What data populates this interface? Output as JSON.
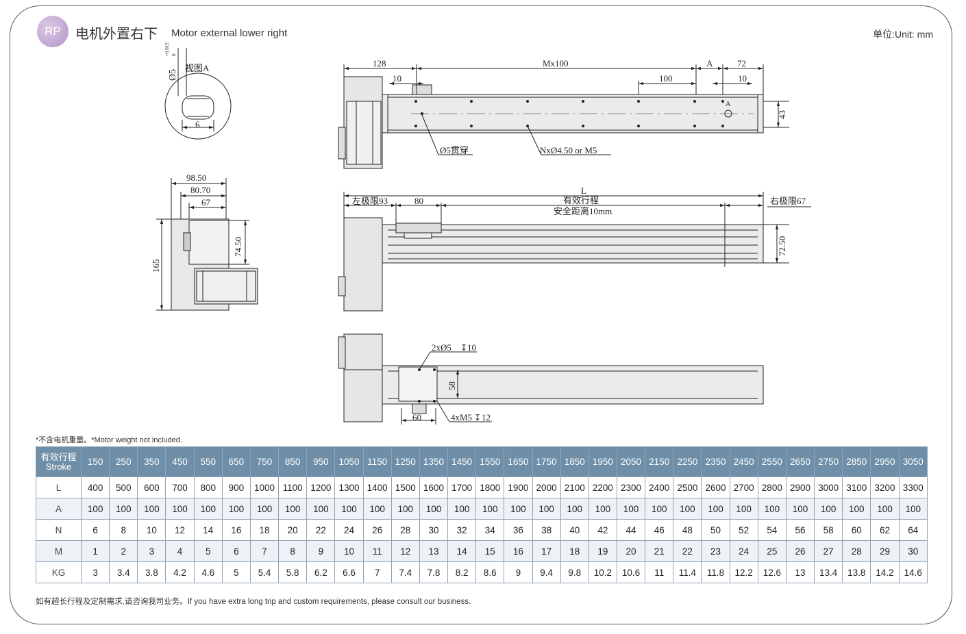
{
  "header": {
    "badge": "RP",
    "title_zh": "电机外置右下",
    "title_en": "Motor external lower right",
    "unit": "单位:Unit: mm"
  },
  "drawing_labels": {
    "view_a": "视图A",
    "phi5": "Ø5",
    "phi5_tol_top": "+0.015",
    "phi5_tol_bottom": "0",
    "slot_width": "6",
    "d98_50": "98.50",
    "d80_70": "80.70",
    "d67": "67",
    "d165": "165",
    "d74_50": "74.50",
    "d128": "128",
    "mx100": "Mx100",
    "dimA": "A",
    "d72": "72",
    "d10a": "10",
    "d100": "100",
    "d10b": "10",
    "d43": "43",
    "mark_a": "A",
    "thru_hole": "Ø5贯穿",
    "nx_holes": "NxØ4.50 or M5",
    "dimL": "L",
    "left_limit": "左极限93",
    "d80": "80",
    "effective_stroke": "有效行程",
    "safety_distance": "安全距离10mm",
    "right_limit": "右极限67",
    "d72_50": "72.50",
    "holes_2x": "2xØ5",
    "holes_2x_depth": "10",
    "d58": "58",
    "d60": "60",
    "holes_4x": "4xM5",
    "holes_4x_depth": "12"
  },
  "note": "*不含电机重量。*Motor weight not included.",
  "table": {
    "header_zh": "有效行程",
    "header_en": "Stroke",
    "strokes": [
      "150",
      "250",
      "350",
      "450",
      "550",
      "650",
      "750",
      "850",
      "950",
      "1050",
      "1150",
      "1250",
      "1350",
      "1450",
      "1550",
      "1650",
      "1750",
      "1850",
      "1950",
      "2050",
      "2150",
      "2250",
      "2350",
      "2450",
      "2550",
      "2650",
      "2750",
      "2850",
      "2950",
      "3050"
    ],
    "rows": [
      {
        "label": "L",
        "values": [
          "400",
          "500",
          "600",
          "700",
          "800",
          "900",
          "1000",
          "1100",
          "1200",
          "1300",
          "1400",
          "1500",
          "1600",
          "1700",
          "1800",
          "1900",
          "2000",
          "2100",
          "2200",
          "2300",
          "2400",
          "2500",
          "2600",
          "2700",
          "2800",
          "2900",
          "3000",
          "3100",
          "3200",
          "3300"
        ]
      },
      {
        "label": "A",
        "values": [
          "100",
          "100",
          "100",
          "100",
          "100",
          "100",
          "100",
          "100",
          "100",
          "100",
          "100",
          "100",
          "100",
          "100",
          "100",
          "100",
          "100",
          "100",
          "100",
          "100",
          "100",
          "100",
          "100",
          "100",
          "100",
          "100",
          "100",
          "100",
          "100",
          "100"
        ]
      },
      {
        "label": "N",
        "values": [
          "6",
          "8",
          "10",
          "12",
          "14",
          "16",
          "18",
          "20",
          "22",
          "24",
          "26",
          "28",
          "30",
          "32",
          "34",
          "36",
          "38",
          "40",
          "42",
          "44",
          "46",
          "48",
          "50",
          "52",
          "54",
          "56",
          "58",
          "60",
          "62",
          "64"
        ]
      },
      {
        "label": "M",
        "values": [
          "1",
          "2",
          "3",
          "4",
          "5",
          "6",
          "7",
          "8",
          "9",
          "10",
          "11",
          "12",
          "13",
          "14",
          "15",
          "16",
          "17",
          "18",
          "19",
          "20",
          "21",
          "22",
          "23",
          "24",
          "25",
          "26",
          "27",
          "28",
          "29",
          "30"
        ]
      },
      {
        "label": "KG",
        "values": [
          "3",
          "3.4",
          "3.8",
          "4.2",
          "4.6",
          "5",
          "5.4",
          "5.8",
          "6.2",
          "6.6",
          "7",
          "7.4",
          "7.8",
          "8.2",
          "8.6",
          "9",
          "9.4",
          "9.8",
          "10.2",
          "10.6",
          "11",
          "11.4",
          "11.8",
          "12.2",
          "12.6",
          "13",
          "13.4",
          "13.8",
          "14.2",
          "14.6"
        ]
      }
    ]
  },
  "footer": "如有超长行程及定制需求,请咨询我司业务。If you have extra long trip and custom requirements, please consult our business.",
  "colors": {
    "table_header_bg": "#6f8fa8",
    "badge": "#b195c4",
    "line": "#222222",
    "part_fill": "#e6e6e6"
  }
}
